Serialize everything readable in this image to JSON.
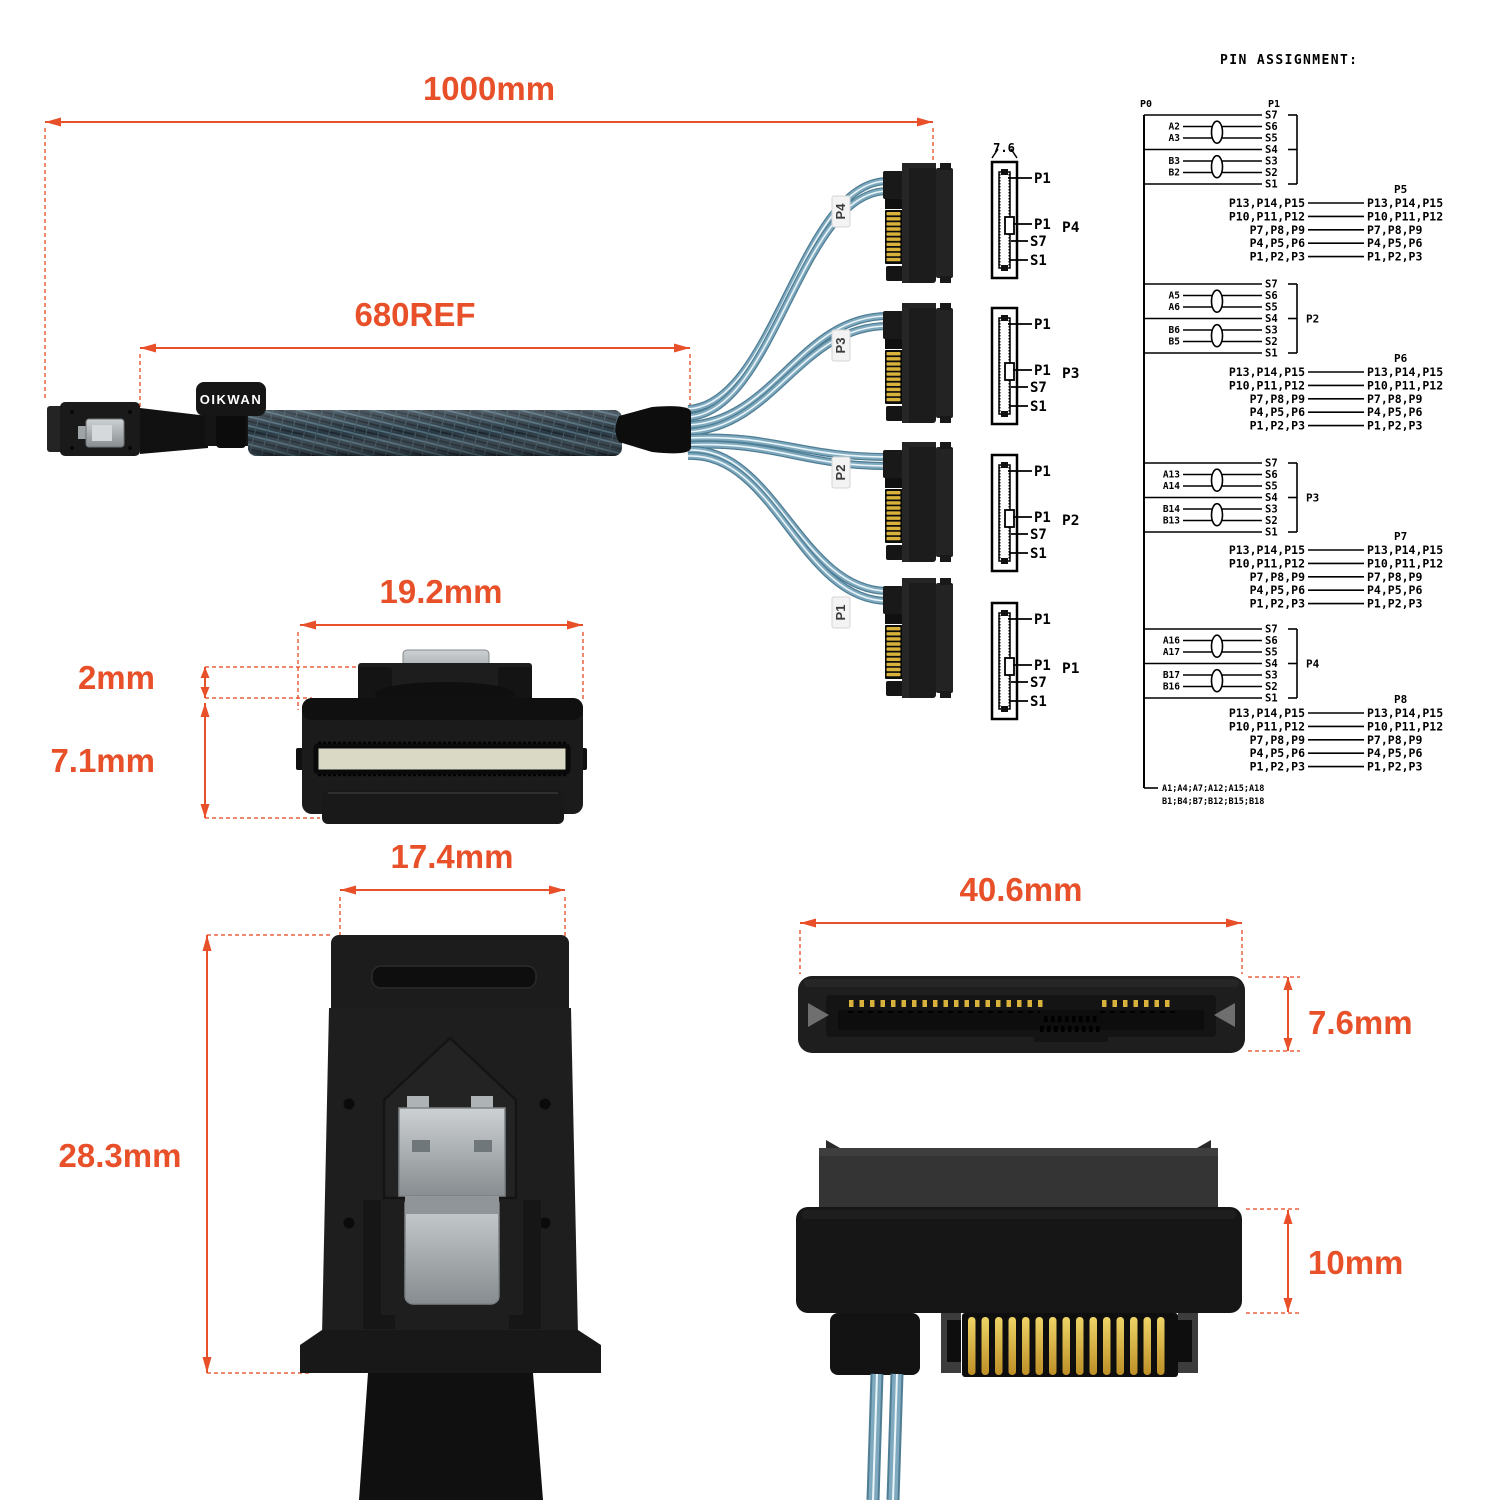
{
  "colors": {
    "dimension_accent": "#E8502A",
    "diagram_ink": "#000000",
    "cable_blue": "#7FA9BE",
    "cable_blue_dark": "#4F7D93",
    "gold_pins": "#D8B23A",
    "connector_body": "#1B1B1B",
    "metal_clip": "#B8BCBE"
  },
  "brand": {
    "label": "OIKWAN"
  },
  "dims": {
    "overall": "1000mm",
    "braid": "680REF",
    "head_width": "19.2mm",
    "head_step": "2mm",
    "head_height": "7.1mm",
    "top_width": "17.4mm",
    "top_height": "28.3mm",
    "sas_width": "40.6mm",
    "sas_height": "7.6mm",
    "sas_depth": "10mm"
  },
  "cable_labels": [
    "P4",
    "P3",
    "P2",
    "P1"
  ],
  "schematics": [
    {
      "name": "P4",
      "pins": [
        "P1",
        "P1",
        "S7",
        "S1"
      ],
      "width_dim": "7.6"
    },
    {
      "name": "P3",
      "pins": [
        "P1",
        "P1",
        "S7",
        "S1"
      ],
      "width_dim": ""
    },
    {
      "name": "P2",
      "pins": [
        "P1",
        "P1",
        "S7",
        "S1"
      ],
      "width_dim": ""
    },
    {
      "name": "P1",
      "pins": [
        "P1",
        "P1",
        "S7",
        "S1"
      ],
      "width_dim": ""
    }
  ],
  "pin_assignment": {
    "title": "PIN ASSIGNMENT:",
    "host_label": "P0",
    "ground_note": [
      "A1;A4;A7;A12;A15;A18",
      "B1;B4;B7;B12;B15;B18"
    ],
    "signal_groups": [
      {
        "label": "P1",
        "label_position": "top",
        "a_pair": [
          "A2",
          "A3"
        ],
        "b_pair": [
          "B3",
          "B2"
        ],
        "pins": [
          "S7",
          "S6",
          "S5",
          "S4",
          "S3",
          "S2",
          "S1"
        ]
      },
      {
        "label": "P2",
        "label_position": "side",
        "a_pair": [
          "A5",
          "A6"
        ],
        "b_pair": [
          "B6",
          "B5"
        ],
        "pins": [
          "S7",
          "S6",
          "S5",
          "S4",
          "S3",
          "S2",
          "S1"
        ]
      },
      {
        "label": "P3",
        "label_position": "side",
        "a_pair": [
          "A13",
          "A14"
        ],
        "b_pair": [
          "B14",
          "B13"
        ],
        "pins": [
          "S7",
          "S6",
          "S5",
          "S4",
          "S3",
          "S2",
          "S1"
        ]
      },
      {
        "label": "P4",
        "label_position": "side",
        "a_pair": [
          "A16",
          "A17"
        ],
        "b_pair": [
          "B17",
          "B16"
        ],
        "pins": [
          "S7",
          "S6",
          "S5",
          "S4",
          "S3",
          "S2",
          "S1"
        ]
      }
    ],
    "power_groups": [
      {
        "name": "P5",
        "rows": [
          "P13,P14,P15",
          "P10,P11,P12",
          "P7,P8,P9",
          "P4,P5,P6",
          "P1,P2,P3"
        ]
      },
      {
        "name": "P6",
        "rows": [
          "P13,P14,P15",
          "P10,P11,P12",
          "P7,P8,P9",
          "P4,P5,P6",
          "P1,P2,P3"
        ]
      },
      {
        "name": "P7",
        "rows": [
          "P13,P14,P15",
          "P10,P11,P12",
          "P7,P8,P9",
          "P4,P5,P6",
          "P1,P2,P3"
        ]
      },
      {
        "name": "P8",
        "rows": [
          "P13,P14,P15",
          "P10,P11,P12",
          "P7,P8,P9",
          "P4,P5,P6",
          "P1,P2,P3"
        ]
      }
    ]
  }
}
